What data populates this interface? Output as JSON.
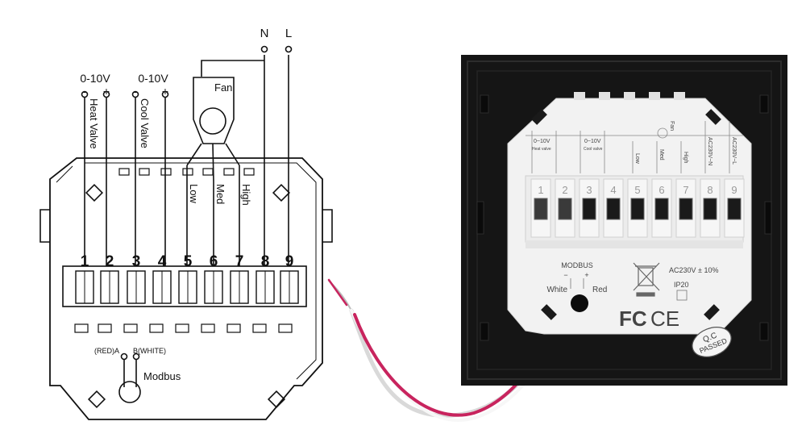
{
  "mains": {
    "neutral": "N",
    "live": "L"
  },
  "valves": [
    {
      "range": "0-10V",
      "minus": "-",
      "plus": "+",
      "name": "Heat Valve"
    },
    {
      "range": "0-10V",
      "minus": "-",
      "plus": "+",
      "name": "Cool Valve"
    }
  ],
  "fan": {
    "label": "Fan",
    "speeds": [
      "Low",
      "Med",
      "High"
    ]
  },
  "terminals": [
    "1",
    "2",
    "3",
    "4",
    "5",
    "6",
    "7",
    "8",
    "9"
  ],
  "modbus": {
    "a_label": "(RED)A",
    "b_label": "B(WHITE)",
    "label": "Modbus"
  },
  "device": {
    "valve_labels": [
      "0~10V",
      "0~10V"
    ],
    "valve_names": [
      "Heat valve",
      "Cool valve"
    ],
    "fan_label": "Fan",
    "fan_speeds": [
      "Low",
      "Med",
      "High"
    ],
    "neutral": "AC230V~N",
    "live": "AC230V~L",
    "terminals": [
      "1",
      "2",
      "3",
      "4",
      "5",
      "6",
      "7",
      "8",
      "9"
    ],
    "modbus_title": "MODBUS",
    "modbus_minus": "−",
    "modbus_plus": "+",
    "wire_white": "White",
    "wire_red": "Red",
    "rating": "AC230V ± 10%",
    "ip": "IP20",
    "fc_mark": "FC",
    "ce_mark": "CE",
    "qc_top": "Q.C",
    "qc_bottom": "PASSED"
  },
  "colors": {
    "plate": "#151515",
    "module": "#f2f2f2",
    "wire_red": "#c8245e",
    "wire_white": "#e8e8e8"
  }
}
